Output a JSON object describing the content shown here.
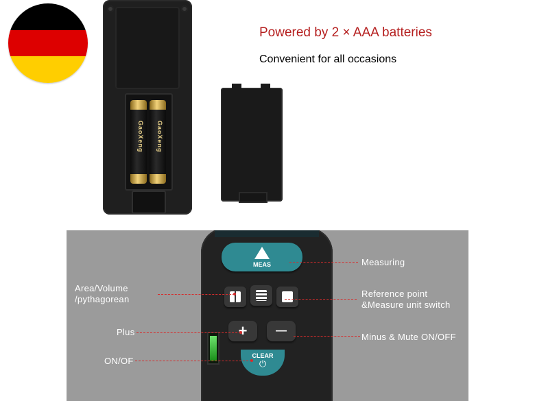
{
  "top": {
    "title": "Powered by 2 × AAA batteries",
    "subtitle": "Convenient for all occasions",
    "battery_brand": "GaoXeng"
  },
  "flag": {
    "colors": [
      "#000000",
      "#dd0000",
      "#ffce00"
    ]
  },
  "device": {
    "meas_label": "MEAS",
    "clear_label": "CLEAR",
    "plus_symbol": "+",
    "minus_symbol": "—"
  },
  "callouts": {
    "measuring": "Measuring",
    "area_volume": "Area/Volume",
    "pythagorean": "/pythagorean",
    "reference_point": "Reference point",
    "measure_unit": "&Measure unit switch",
    "plus": "Plus",
    "minus_mute": "Minus & Mute ON/OFF",
    "on_off": "ON/OF"
  },
  "colors": {
    "accent_teal": "#2f8a92",
    "callout_red": "#d62c2c",
    "title_red": "#b51f1f"
  }
}
